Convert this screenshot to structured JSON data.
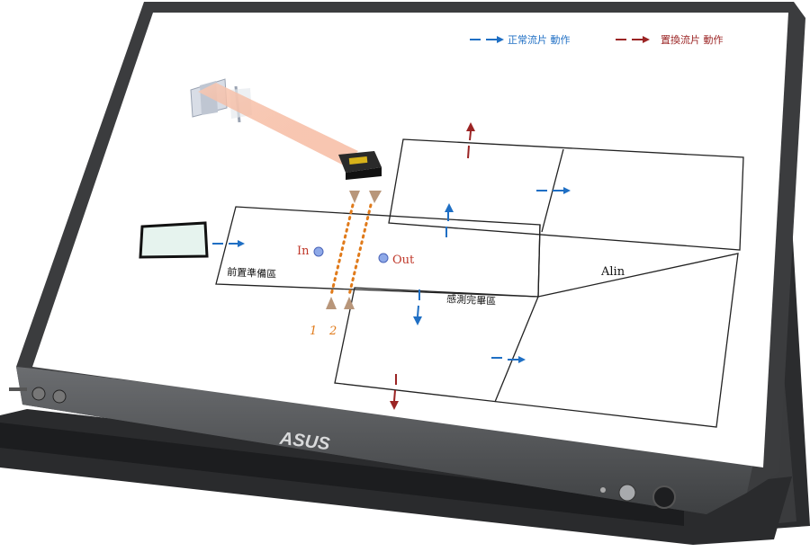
{
  "legend": {
    "normal_label": "正常流片 動作",
    "replace_label": "置換流片 動作",
    "normal_color": "#1f6fc4",
    "replace_color": "#9b2424"
  },
  "zones": {
    "prep": "前置準備區",
    "sensing_done": "感測完畢區",
    "alin": "Alin"
  },
  "sensors": {
    "in_label": "In",
    "out_label": "Out",
    "num1": "1",
    "num2": "2",
    "sensor_color": "#e07a1a"
  },
  "device": {
    "brand": "ASUS",
    "bezel_color": "#3a3b3d",
    "chin_color": "#5c5e61"
  },
  "icons": {
    "camera": "laser-sensor-icon",
    "optics": "optical-module-icon",
    "wafer": "wafer-panel-icon"
  }
}
